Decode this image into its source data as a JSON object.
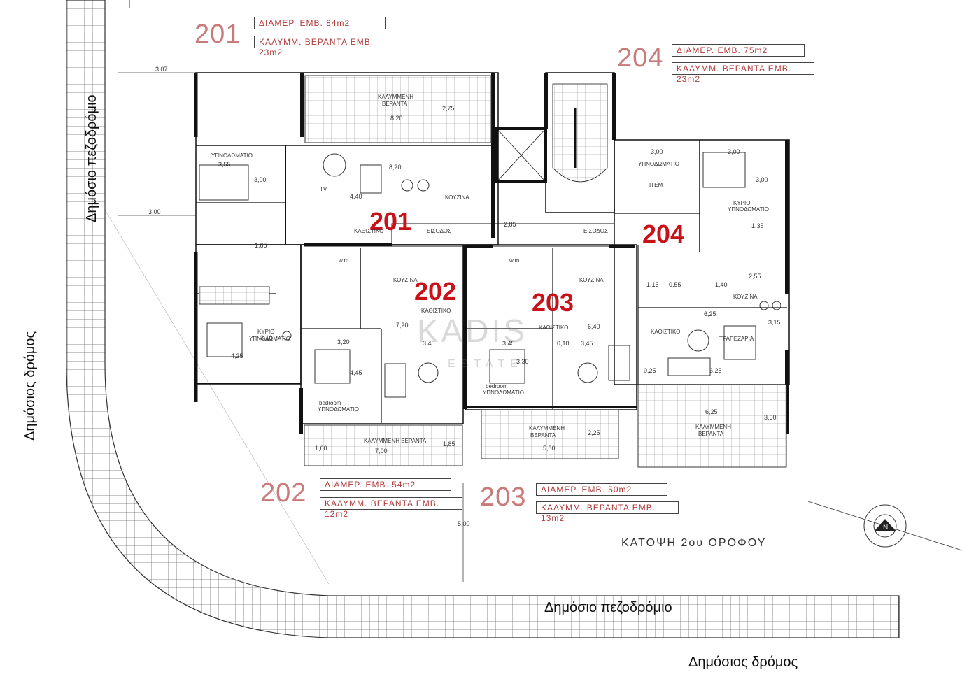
{
  "units": [
    {
      "number": "201",
      "area": "ΔΙΑΜΕΡ. ΕΜΒ. 84m2",
      "veranda": "ΚΑΛΥΜΜ. ΒΕΡΑΝΤΑ ΕΜΒ. 23m2",
      "marker": "201"
    },
    {
      "number": "202",
      "area": "ΔΙΑΜΕΡ. ΕΜΒ. 54m2",
      "veranda": "ΚΑΛΥΜΜ. ΒΕΡΑΝΤΑ ΕΜΒ. 12m2",
      "marker": "202"
    },
    {
      "number": "203",
      "area": "ΔΙΑΜΕΡ. ΕΜΒ. 50m2",
      "veranda": "ΚΑΛΥΜΜ. ΒΕΡΑΝΤΑ ΕΜΒ. 13m2",
      "marker": "203"
    },
    {
      "number": "204",
      "area": "ΔΙΑΜΕΡ. ΕΜΒ. 75m2",
      "veranda": "ΚΑΛΥΜΜ. ΒΕΡΑΝΤΑ ΕΜΒ. 23m2",
      "marker": "204"
    }
  ],
  "streets": {
    "left_pedestrian": "Δημόσιο πεζοδρόμιο",
    "left_road": "Δημόσιος δρόμος",
    "bottom_pedestrian": "Δημόσιο πεζοδρόμιο",
    "bottom_road": "Δημόσιος δρόμος"
  },
  "floor_title": "ΚΑΤΟΨΗ 2ου ΟΡΟΦΟΥ",
  "watermark": {
    "logo": "KADIS",
    "sub": "ESTATE"
  },
  "room_labels": {
    "covered_veranda": "ΚΑΛΥΜΜΕΝΗ ΒΕΡΑΝΤΑ",
    "covered_veranda_1": "ΚΑΛΥΜΜΕΝΗ",
    "covered_veranda_2": "ΒΕΡΑΝΤΑ",
    "bedroom": "ΥΠΝΟΔΩΜΑΤΙΟ",
    "bedroom_en": "bedroom",
    "master_1": "ΚΥΡΙΟ",
    "master_2": "ΥΠΝΟΔΩΜΑΤΙΟ",
    "kitchen": "ΚΟΥΖΙΝΑ",
    "living": "ΚΑΘΙΣΤΙΚΟ",
    "entrance": "ΕΙΣΟΔΟΣ",
    "dining": "ΤΡΑΠΕΖΑΡΙΑ",
    "tv": "TV",
    "wm": "w.m",
    "item": "ΙΤΕΜ"
  },
  "dimensions": {
    "d307": "3,07",
    "d300": "3,00",
    "d355": "3,55",
    "d820": "8,20",
    "d275": "2,75",
    "d440": "4,40",
    "d165": "1,65",
    "d310": "3,10",
    "d425": "4,25",
    "d320": "3,20",
    "d445": "4,45",
    "d720": "7,20",
    "d345": "3,45",
    "d700": "7,00",
    "d160": "1,60",
    "d185": "1,85",
    "d285": "2,85",
    "d330": "3,30",
    "d010": "0,10",
    "d640": "6,40",
    "d580": "5,80",
    "d225": "2,25",
    "d115": "1,15",
    "d140": "1,40",
    "d255": "2,55",
    "d625": "6,25",
    "d315": "3,15",
    "d025": "0,25",
    "d350": "3,50",
    "d135": "1,35",
    "d500": "5,00",
    "d055": "0,55"
  },
  "colors": {
    "red_marker": "#c8121a",
    "pink_number": "#c97a7a",
    "wall": "#111111",
    "paving": "#555555"
  },
  "icons": [
    "north-arrow-icon"
  ]
}
